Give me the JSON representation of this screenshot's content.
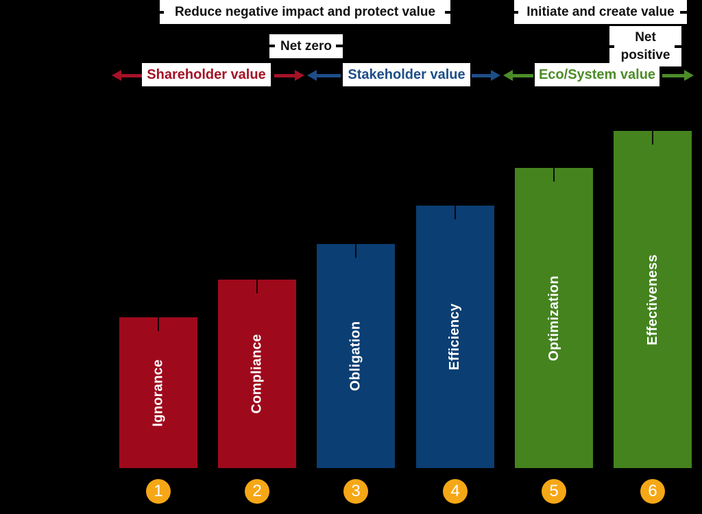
{
  "page": {
    "background": "#000000"
  },
  "header": {
    "phase_labels": [
      {
        "id": "reduce",
        "text": "Reduce negative impact and protect value"
      },
      {
        "id": "initiate",
        "text": "Initiate and create value"
      }
    ],
    "milestone_labels": [
      {
        "id": "net_zero",
        "text": "Net zero"
      },
      {
        "id": "net_positive",
        "text": "Net\npositive"
      }
    ],
    "value_paradigms": [
      {
        "id": "shareholder",
        "text": "Shareholder value",
        "color": "#A41226"
      },
      {
        "id": "stakeholder",
        "text": "Stakeholder value",
        "color": "#1D4E87"
      },
      {
        "id": "ecosystem",
        "text": "Eco/System value",
        "color": "#4C8C28"
      }
    ]
  },
  "arrows": [
    {
      "name": "shareholder-left-arrow",
      "direction": "left",
      "color": "#A41226"
    },
    {
      "name": "shareholder-right-arrow",
      "direction": "right",
      "color": "#A41226"
    },
    {
      "name": "stakeholder-left-arrow",
      "direction": "left",
      "color": "#1D4E87"
    },
    {
      "name": "stakeholder-right-arrow",
      "direction": "right",
      "color": "#1D4E87"
    },
    {
      "name": "ecosystem-left-arrow",
      "direction": "left",
      "color": "#4C8C28"
    },
    {
      "name": "ecosystem-right-arrow",
      "direction": "right",
      "color": "#4C8C28"
    }
  ],
  "chart_data": {
    "type": "bar",
    "categories": [
      "Ignorance",
      "Compliance",
      "Obligation",
      "Efficiency",
      "Optimization",
      "Effectiveness"
    ],
    "values": [
      220,
      275,
      327,
      383,
      438,
      492
    ],
    "stage_numbers": [
      "1",
      "2",
      "3",
      "4",
      "5",
      "6"
    ],
    "bar_colors": [
      "#9E0A1C",
      "#9E0A1C",
      "#0B3E73",
      "#0B3E73",
      "#45831F",
      "#45831F"
    ],
    "label_color": "#FFFFFF",
    "number_badge_color": "#F5A716",
    "groups": [
      {
        "label": "Shareholder value",
        "stages": [
          "1",
          "2"
        ],
        "bar_color": "#9E0A1C"
      },
      {
        "label": "Stakeholder value",
        "stages": [
          "3",
          "4"
        ],
        "bar_color": "#0B3E73"
      },
      {
        "label": "Eco/System value",
        "stages": [
          "5",
          "6"
        ],
        "bar_color": "#45831F"
      }
    ],
    "legend_position": "none",
    "grid": false
  }
}
